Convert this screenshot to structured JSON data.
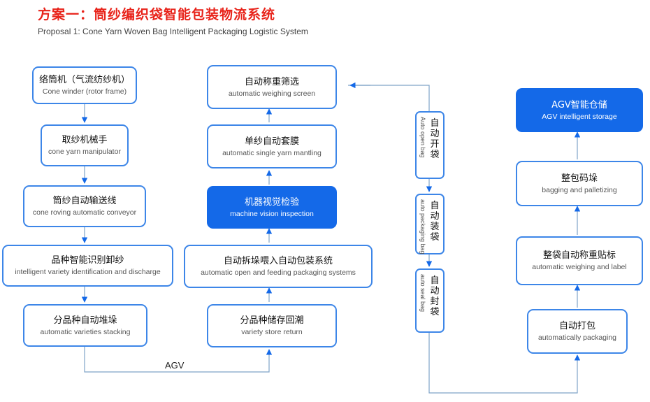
{
  "title": "方案一：筒纱编织袋智能包装物流系统",
  "subtitle": "Proposal 1:  Cone Yarn Woven Bag Intelligent Packaging Logistic System",
  "agv_label": "AGV",
  "colors": {
    "accent": "#3d86e8",
    "highlight": "#1469e8",
    "title": "#e8231a"
  },
  "column1": [
    {
      "zh": "络筒机（气流纺纱机）",
      "en": "Cone winder (rotor frame)"
    },
    {
      "zh": "取纱机械手",
      "en": "cone yarn manipulator"
    },
    {
      "zh": "筒纱自动输送线",
      "en": "cone roving automatic conveyor"
    },
    {
      "zh": "品种智能识别卸纱",
      "en": "intelligent variety identification and discharge"
    },
    {
      "zh": "分品种自动堆垛",
      "en": "automatic varieties stacking"
    }
  ],
  "column2": [
    {
      "zh": "自动称重筛选",
      "en": "automatic weighing screen"
    },
    {
      "zh": "单纱自动套膜",
      "en": "automatic single yarn mantling"
    },
    {
      "zh": "机器视觉检验",
      "en": "machine vision inspection"
    },
    {
      "zh": "自动拆垛喂入自动包装系统",
      "en": "automatic open and feeding packaging systems"
    },
    {
      "zh": "分品种储存回潮",
      "en": "variety store return"
    }
  ],
  "column3": [
    {
      "zh": "自动开袋",
      "en": "Auto open bag"
    },
    {
      "zh": "自动装袋",
      "en": "auto packaging bag"
    },
    {
      "zh": "自动封袋",
      "en": "auto seal bag"
    }
  ],
  "column4": [
    {
      "zh": "AGV智能仓储",
      "en": "AGV intelligent storage"
    },
    {
      "zh": "整包码垛",
      "en": "bagging and palletizing"
    },
    {
      "zh": "整袋自动称重贴标",
      "en": "automatic weighing and label"
    },
    {
      "zh": "自动打包",
      "en": "automatically packaging"
    }
  ]
}
